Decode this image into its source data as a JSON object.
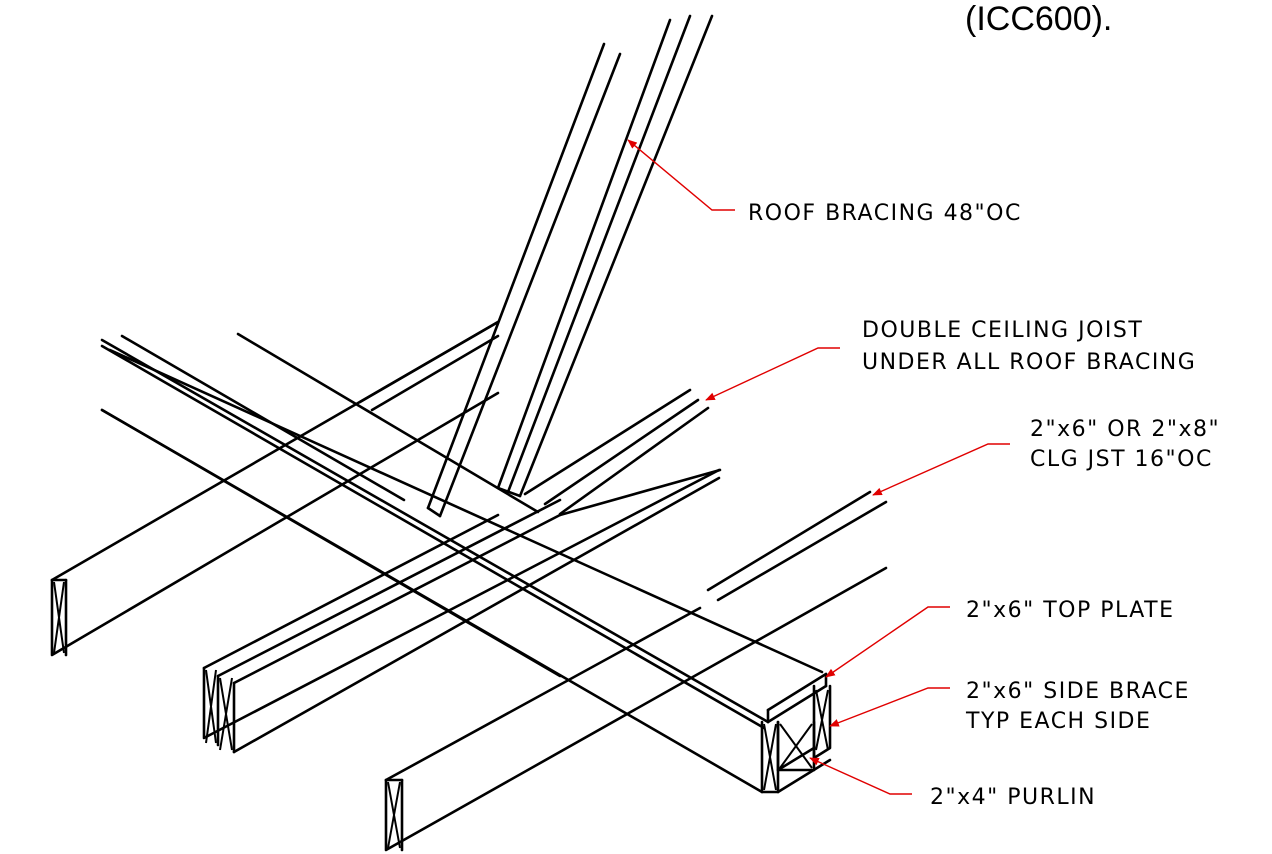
{
  "header_fragment": "(ICC600).",
  "colors": {
    "linework": "#000000",
    "leaders": "#e00000",
    "background": "#ffffff"
  },
  "callouts": {
    "roof_bracing": "ROOF BRACING 48\"OC",
    "double_joist": [
      "DOUBLE CEILING JOIST",
      "UNDER ALL ROOF BRACING"
    ],
    "ceiling_joist": [
      "2\"x6\" OR 2\"x8\"",
      "CLG JST 16\"OC"
    ],
    "top_plate": "2\"x6\" TOP PLATE",
    "side_brace": [
      "2\"x6\" SIDE BRACE",
      "TYP EACH SIDE"
    ],
    "purlin": "2\"x4\" PURLIN"
  }
}
